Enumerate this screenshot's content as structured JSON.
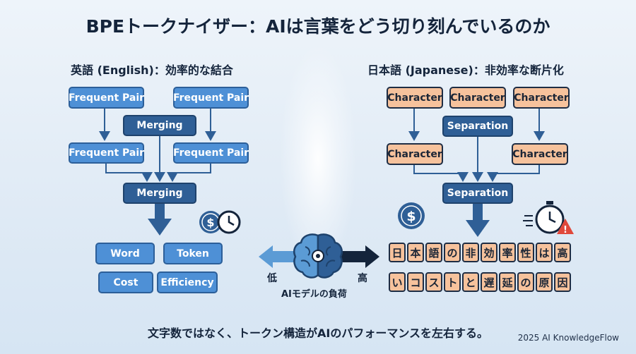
{
  "title": "BPEトークナイザー：AIは言葉をどう切り刻んでいるのか",
  "left": {
    "subtitle": "英語 (English)：効率的な結合",
    "top_pairs": [
      "Frequent Pair",
      "Frequent Pair"
    ],
    "merge1": "Merging",
    "mid_pairs": [
      "Frequent Pair",
      "Frequent Pair"
    ],
    "merge2": "Merging",
    "results": [
      "Word",
      "Token",
      "Cost",
      "Efficiency"
    ]
  },
  "right": {
    "subtitle": "日本語 (Japanese)：非効率な断片化",
    "top_chars": [
      "Character",
      "Character",
      "Character"
    ],
    "sep1": "Separation",
    "mid_chars": [
      "Character",
      "Character"
    ],
    "sep2": "Separation",
    "row1": [
      "日",
      "本",
      "語",
      "の",
      "非",
      "効",
      "率",
      "性",
      "は",
      "高"
    ],
    "row2": [
      "い",
      "コ",
      "ス",
      "ト",
      "と",
      "遅",
      "延",
      "の",
      "原",
      "因"
    ]
  },
  "center": {
    "low": "低",
    "high": "高",
    "load_label": "AIモデルの負荷"
  },
  "footer": "文字数ではなく、トークン構造がAIのパフォーマンスを左右する。",
  "copyright": "2025 AI KnowledgeFlow",
  "colors": {
    "blue_box": "#4e90d6",
    "navy_box": "#2f5f96",
    "orange_box": "#f6c29c",
    "dark": "#14243b",
    "accent_red": "#e0483b"
  }
}
